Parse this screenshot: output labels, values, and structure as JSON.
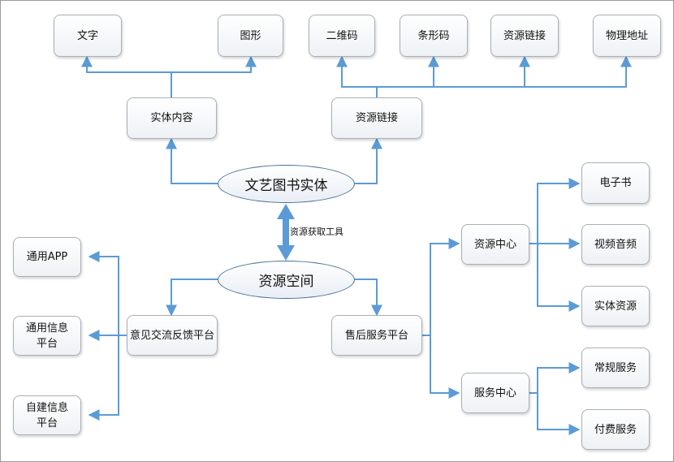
{
  "center": {
    "entity": "文艺图书实体",
    "space": "资源空间",
    "tool_label": "资源获取工具"
  },
  "entity_branch": {
    "content": {
      "label": "实体内容",
      "children": [
        "文字",
        "图形"
      ]
    },
    "links": {
      "label": "资源链接",
      "children": [
        "二维码",
        "条形码",
        "资源链接",
        "物理地址"
      ]
    }
  },
  "feedback": {
    "label": "意见交流反馈平台",
    "children": [
      "通用APP",
      "通用信息平台",
      "自建信息平台"
    ]
  },
  "after_sales": {
    "label": "售后服务平台",
    "resource_center": {
      "label": "资源中心",
      "children": [
        "电子书",
        "视频音频",
        "实体资源"
      ]
    },
    "service_center": {
      "label": "服务中心",
      "children": [
        "常规服务",
        "付费服务"
      ]
    }
  },
  "colors": {
    "connector": "#5b9bd5",
    "ellipse_border": "#4a6f9a",
    "box_border": "#a9b0b8"
  }
}
